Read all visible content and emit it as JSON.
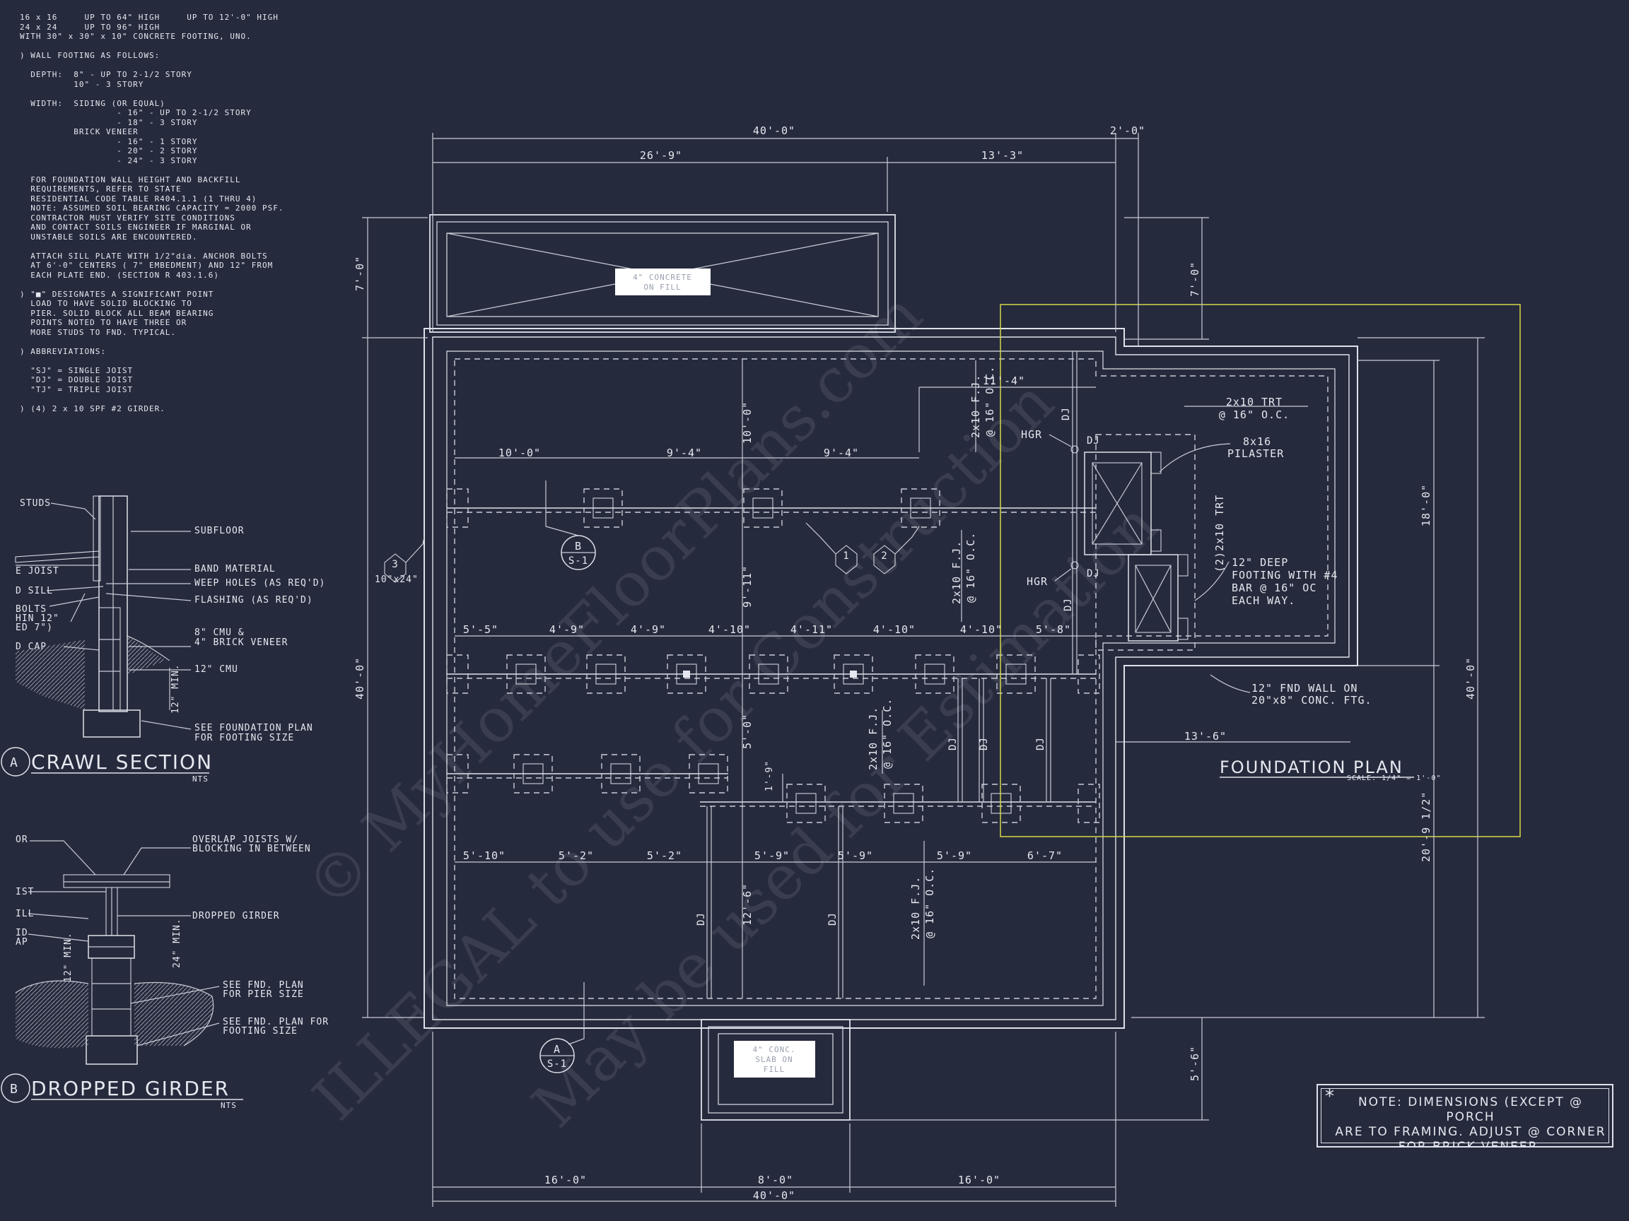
{
  "notes": {
    "general": [
      "16 x 16     UP TO 64\" HIGH     UP TO 12'-0\" HIGH",
      "24 x 24     UP TO 96\" HIGH",
      "WITH 30\" x 30\" x 10\" CONCRETE FOOTING, UNO.",
      "",
      ") WALL FOOTING AS FOLLOWS:",
      "",
      "  DEPTH:  8\" - UP TO 2-1/2 STORY",
      "          10\" - 3 STORY",
      "",
      "  WIDTH:  SIDING (OR EQUAL)",
      "                  - 16\" - UP TO 2-1/2 STORY",
      "                  - 18\" - 3 STORY",
      "          BRICK VENEER",
      "                  - 16\" - 1 STORY",
      "                  - 20\" - 2 STORY",
      "                  - 24\" - 3 STORY",
      "",
      "  FOR FOUNDATION WALL HEIGHT AND BACKFILL",
      "  REQUIREMENTS, REFER TO STATE",
      "  RESIDENTIAL CODE TABLE R404.1.1 (1 THRU 4)",
      "  NOTE: ASSUMED SOIL BEARING CAPACITY = 2000 PSF.",
      "  CONTRACTOR MUST VERIFY SITE CONDITIONS",
      "  AND CONTACT SOILS ENGINEER IF MARGINAL OR",
      "  UNSTABLE SOILS ARE ENCOUNTERED.",
      "",
      "  ATTACH SILL PLATE WITH 1/2\"dia. ANCHOR BOLTS",
      "  AT 6'-0\" CENTERS ( 7\" EMBEDMENT) AND 12\" FROM",
      "  EACH PLATE END. (SECTION R 403.1.6)",
      "",
      ") \"■\" DESIGNATES A SIGNIFICANT POINT",
      "  LOAD TO HAVE SOLID BLOCKING TO",
      "  PIER. SOLID BLOCK ALL BEAM BEARING",
      "  POINTS NOTED TO HAVE THREE OR",
      "  MORE STUDS TO FND. TYPICAL.",
      "",
      ") ABBREVIATIONS:",
      "",
      "  \"SJ\" = SINGLE JOIST",
      "  \"DJ\" = DOUBLE JOIST",
      "  \"TJ\" = TRIPLE JOIST",
      "",
      ") (4) 2 x 10 SPF #2 GIRDER."
    ]
  },
  "crawl_section": {
    "title": "CRAWL SECTION",
    "marker": "A",
    "scale": "NTS",
    "labels": {
      "studs": "STUDS",
      "subfloor": "SUBFLOOR",
      "joist": "E JOIST",
      "band": "BAND MATERIAL",
      "sill": "D SILL",
      "weep": "WEEP HOLES (AS REQ'D)",
      "flashing": "FLASHING (AS REQ'D)",
      "bolts1": "BOLTS",
      "bolts2": "HIN 12\"",
      "bolts3": "ED 7\")",
      "cmu1": "8\" CMU &",
      "cmu2": "4\" BRICK VENEER",
      "cap": "D CAP",
      "cmu12": "12\" CMU",
      "min": "12\" MIN.",
      "fplan1": "SEE FOUNDATION PLAN",
      "fplan2": "FOR FOOTING SIZE"
    }
  },
  "girder_section": {
    "title": "DROPPED GIRDER",
    "marker": "B",
    "scale": "NTS",
    "labels": {
      "or": "OR",
      "overlap1": "OVERLAP JOISTS W/",
      "overlap2": "BLOCKING IN BETWEEN",
      "ist": "IST",
      "ill": "ILL",
      "id": "ID",
      "ap": "AP",
      "dropped": "DROPPED GIRDER",
      "min12": "12\" MIN.",
      "min24": "24\" MIN.",
      "pier1": "SEE FND. PLAN",
      "pier2": "FOR PIER SIZE",
      "foot1": "SEE FND. PLAN FOR",
      "foot2": "FOOTING SIZE"
    }
  },
  "plan": {
    "title": "FOUNDATION PLAN",
    "scale": "SCALE: 1/4\" = 1'-0\"",
    "dims": {
      "top_overall": "40'-0\"",
      "top_right": "2'-0\"",
      "top_left": "26'-9\"",
      "top_mid": "13'-3\"",
      "left_top": "7'-0\"",
      "left_overall": "40'-0\"",
      "right_top": "7'-0\"",
      "right_overall": "40'-0\"",
      "right_18": "18'-0\"",
      "right_20": "20'-9 1/2\"",
      "right_bottom": "5'-6\"",
      "bot_left": "16'-0\"",
      "bot_mid": "8'-0\"",
      "bot_right": "16'-0\"",
      "bot_overall": "40'-0\"",
      "row1": [
        "10'-0\"",
        "9'-4\"",
        "9'-4\""
      ],
      "row2": [
        "5'-5\"",
        "4'-9\"",
        "4'-9\"",
        "4'-10\"",
        "4'-11\"",
        "4'-10\"",
        "4'-10\"",
        "5'-8\""
      ],
      "row3": [
        "5'-10\"",
        "5'-2\"",
        "5'-2\"",
        "5'-9\"",
        "5'-9\"",
        "5'-9\"",
        "6'-7\""
      ],
      "v_10": "10'-0\"",
      "v_911": "9'-11\"",
      "v_50": "5'-0\"",
      "v_19": "1'-9\"",
      "v_126": "12'-6\"",
      "d_114": "11'-4\"",
      "d_136": "13'-6\""
    },
    "labels": {
      "fj": "2x10 F.J.",
      "fj_oc": "@ 16\" O.C.",
      "dj": "DJ",
      "hgr": "HGR",
      "trt": "2x10 TRT",
      "trt_oc": "@ 16\" O.C.",
      "trt2": "(2)2x10 TRT",
      "pil1": "8x16",
      "pil2": "PILASTER",
      "ftg1": "12\" DEEP",
      "ftg2": "FOOTING WITH #4",
      "ftg3": "BAR @ 16\" OC",
      "ftg4": "EACH WAY.",
      "wall1": "12\" FND WALL ON",
      "wall2": "20\"x8\" CONC. FTG.",
      "pier_size": "10\"x24\"",
      "porch_fill1": "4\" CONCRETE",
      "porch_fill2": "ON FILL",
      "stoop_fill1": "4\" CONC.",
      "stoop_fill2": "SLAB ON",
      "stoop_fill3": "FILL",
      "tag_b": "B",
      "tag_s1": "S-1",
      "tag_a": "A",
      "tag_s1b": "S-1",
      "hex1": "1",
      "hex2": "2",
      "hex3": "3"
    }
  },
  "page_note": {
    "star": "*",
    "line1": "NOTE: DIMENSIONS (EXCEPT @ PORCH",
    "line2": "ARE TO FRAMING. ADJUST @ CORNER",
    "line3": "FOR BRICK VENEER."
  },
  "watermark": {
    "line1": "© MyHomeFloorPlans.com",
    "line2": "ILLEGAL to use for Construction",
    "line3": "May be used for Estimation"
  },
  "colors": {
    "background": "#252a3d",
    "linework": "#dfe2ea",
    "highlight_box": "#d6d84a"
  }
}
